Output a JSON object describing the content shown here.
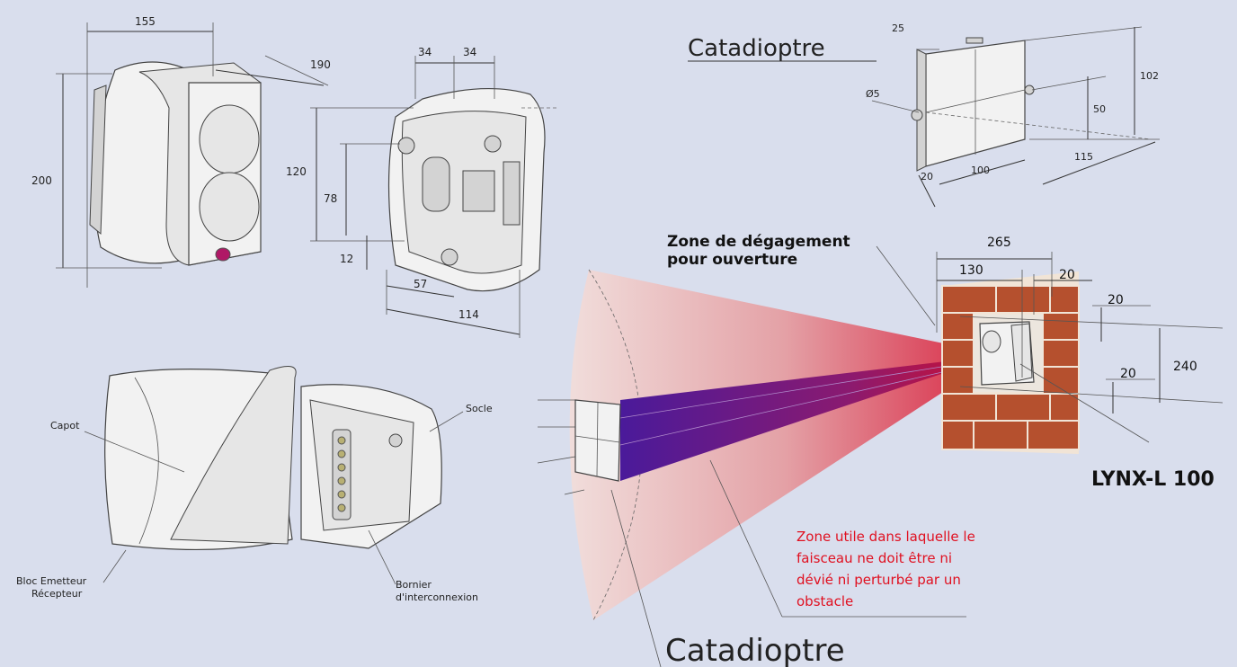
{
  "top_left_dims": {
    "width": "155",
    "depth": "190",
    "height": "200"
  },
  "base_dims": {
    "left": "34",
    "right": "34",
    "outer_h": "120",
    "inner_h": "78",
    "gap": "12",
    "half_w": "57",
    "full_w": "114"
  },
  "catadioptre_top": {
    "title": "Catadioptre",
    "d25": "25",
    "d102": "102",
    "d50": "50",
    "d_hole": "Ø5",
    "d20": "20",
    "d100": "100",
    "d115": "115"
  },
  "wall": {
    "zone_label_1": "Zone de dégagement",
    "zone_label_2": "pour ouverture",
    "d265": "265",
    "d130": "130",
    "d20a": "20",
    "d20b": "20",
    "d20c": "20",
    "d240": "240",
    "product": "LYNX-L 100"
  },
  "exploded": {
    "capot": "Capot",
    "socle": "Socle",
    "bloc_1": "Bloc Emetteur",
    "bloc_2": "Récepteur",
    "bornier_1": "Bornier",
    "bornier_2": "d'interconnexion"
  },
  "zone_text": [
    "Zone utile dans laquelle le",
    "faisceau ne doit être ni",
    "dévié ni perturbé par un",
    "obstacle"
  ],
  "catadioptre_bottom": "Catadioptre",
  "colors": {
    "background": "#d9deed",
    "beam": "#6a1a8c",
    "red_text": "#e01020",
    "brick": "#b5502e"
  }
}
